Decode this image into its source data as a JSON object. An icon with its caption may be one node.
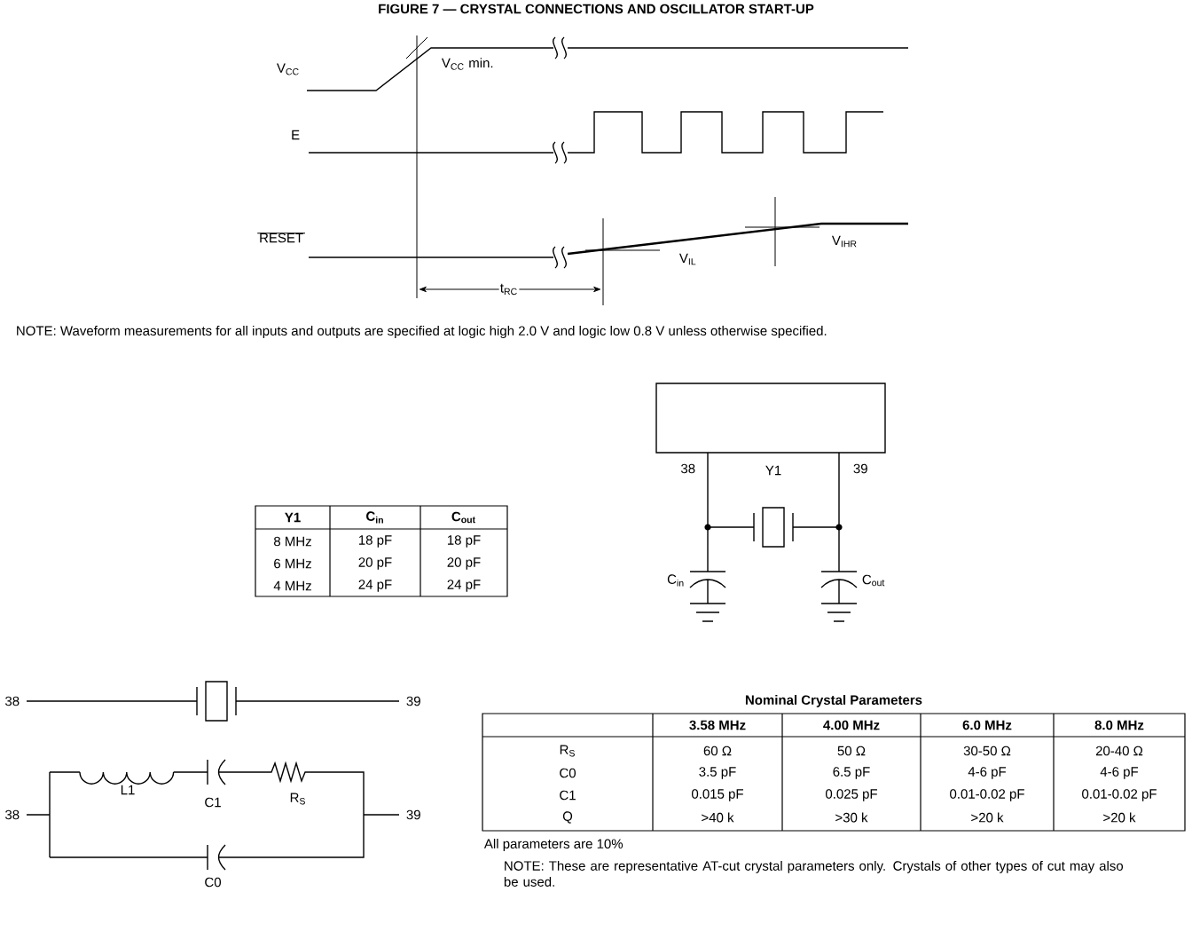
{
  "diagram": {
    "title": "FIGURE 7 — CRYSTAL CONNECTIONS AND OSCILLATOR START-UP",
    "nodes": [
      {
        "text": [],
        "shape": "box"
      }
    ],
    "labels": [
      "V$_{CC}$",
      "V$_{CC}$ min.",
      "E",
      "RESET",
      "V$_{IL}$",
      "V$_{IHR}$",
      "t$_{RC}$",
      "NOTE: Waveform measurements for all inputs and outputs are specified at logic high 2.0 V and logic low 0.8 V unless otherwise specified.",
      "38",
      "Y1",
      "39",
      "Y1",
      "C$_{in}$",
      "C$_{out}$",
      "8 MHz",
      "18 pF",
      "18 pF",
      "6 MHz",
      "20 pF",
      "20 pF",
      "4 MHz",
      "24 pF",
      "24 pF",
      "C$_{in}$",
      "C$_{out}$",
      "38",
      "39",
      "Nominal Crystal Parameters",
      "L1",
      "C1",
      "R$_{S}$",
      "38",
      "39",
      "C0",
      "3.58 MHz",
      "4.00 MHz",
      "6.0 MHz",
      "8.0 MHz",
      "R$_{S}$",
      "60 Ω",
      "50 Ω",
      "30-50 Ω",
      "20-40 Ω",
      "C0",
      "3.5 pF",
      "6.5 pF",
      "4-6 pF",
      "4-6 pF",
      "C1",
      "0.015 pF",
      "0.025 pF",
      "0.01-0.02 pF",
      "0.01-0.02 pF",
      "Q",
      ">40 k",
      ">30 k",
      ">20 k",
      ">20 k",
      "All parameters are 10%",
      "NOTE: These are representative AT-cut crystal parameters only. Crystals of other types of cut may also be used."
    ]
  }
}
